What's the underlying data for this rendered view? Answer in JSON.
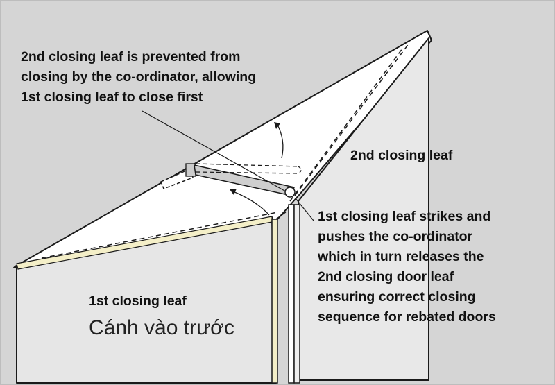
{
  "colors": {
    "background": "#d5d5d5",
    "ceiling": "#ffffff",
    "door_leaf": "#e9e9e9",
    "outline": "#1a1a1a",
    "frame_edge": "#f4efc8"
  },
  "labels": {
    "top_note": [
      "2nd closing leaf is prevented from",
      "closing by the co-ordinator, allowing",
      "1st closing leaf to close first"
    ],
    "second_leaf": "2nd closing leaf",
    "strike_note": [
      "1st closing leaf strikes and",
      "pushes the co-ordinator",
      "which in turn releases the",
      "2nd closing door leaf",
      "ensuring correct closing",
      "sequence for rebated doors"
    ],
    "first_leaf": "1st closing leaf",
    "first_leaf_vi": "Cánh vào trước"
  }
}
